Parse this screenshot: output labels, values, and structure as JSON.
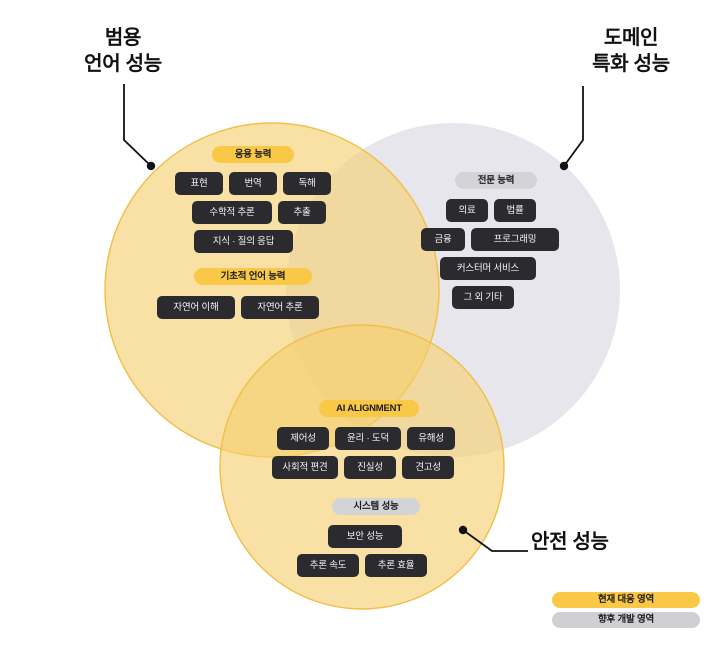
{
  "diagram": {
    "type": "venn",
    "title_callouts": [
      {
        "id": "general",
        "text": "범용\n언어 성능"
      },
      {
        "id": "domain",
        "text": "도메인\n특화 성능"
      },
      {
        "id": "safety",
        "text": "안전 성능"
      }
    ],
    "circles": [
      {
        "id": "general-language",
        "fill": "#f6d88b",
        "stroke": "#f2c14a",
        "status": "current"
      },
      {
        "id": "domain-specific",
        "fill": "#e7e6ec",
        "stroke": "#e7e6ec",
        "status": "future"
      },
      {
        "id": "safety",
        "fill": "#f6d88b",
        "stroke": "#f2c14a",
        "status": "current"
      }
    ],
    "groups": [
      {
        "id": "application-ability",
        "label": "응용 능력",
        "badge_style": "yellow",
        "circle": "general-language",
        "chips": [
          "표현",
          "번역",
          "독해",
          "수학적 추론",
          "추출",
          "지식 · 질의 응답"
        ]
      },
      {
        "id": "basic-language-ability",
        "label": "기초적 언어 능력",
        "badge_style": "yellow",
        "circle": "general-language",
        "chips": [
          "자연어 이해",
          "자연어 추론"
        ]
      },
      {
        "id": "professional-ability",
        "label": "전문 능력",
        "badge_style": "gray",
        "circle": "domain-specific",
        "chips": [
          "의료",
          "법률",
          "금융",
          "프로그래밍",
          "커스터머 서비스",
          "그 외 기타"
        ]
      },
      {
        "id": "ai-alignment",
        "label": "AI ALIGNMENT",
        "badge_style": "yellow",
        "circle": "safety",
        "chips": [
          "제어성",
          "윤리 · 도덕",
          "유해성",
          "사회적 편견",
          "진실성",
          "견고성"
        ]
      },
      {
        "id": "system-performance",
        "label": "시스템 성능",
        "badge_style": "gray",
        "circle": "safety",
        "chips": [
          "보안 성능",
          "추론 속도",
          "추론 효율"
        ]
      }
    ]
  },
  "legend": {
    "items": [
      {
        "label": "현재 대응 영역",
        "color": "#f9c846"
      },
      {
        "label": "향후 개발 영역",
        "color": "#cfcfd4"
      }
    ]
  },
  "colors": {
    "chip_bg": "#2b2b2f",
    "chip_text": "#f4f4f5",
    "accent_yellow": "#f9c846",
    "accent_gray": "#d3d3d8",
    "circle_yellow_fill": "#f6d88b",
    "circle_gray_fill": "#e7e6ec",
    "text_dark": "#111114",
    "background": "#ffffff"
  }
}
